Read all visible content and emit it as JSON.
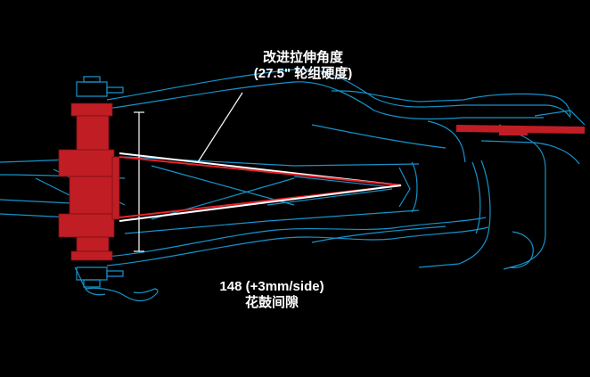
{
  "annotations": {
    "angle_title": "改进拉伸角度",
    "angle_subtitle": "(27.5\" 轮组硬度)",
    "spacing_value": "148 (+3mm/side)",
    "spacing_title": "花鼓间隙"
  },
  "colors": {
    "frame_wireframe": "#1aa3e0",
    "hub": "#c01e24",
    "spoke_line_red": "#e8232a",
    "spoke_line_white": "#ffffff",
    "background": "#000000"
  }
}
